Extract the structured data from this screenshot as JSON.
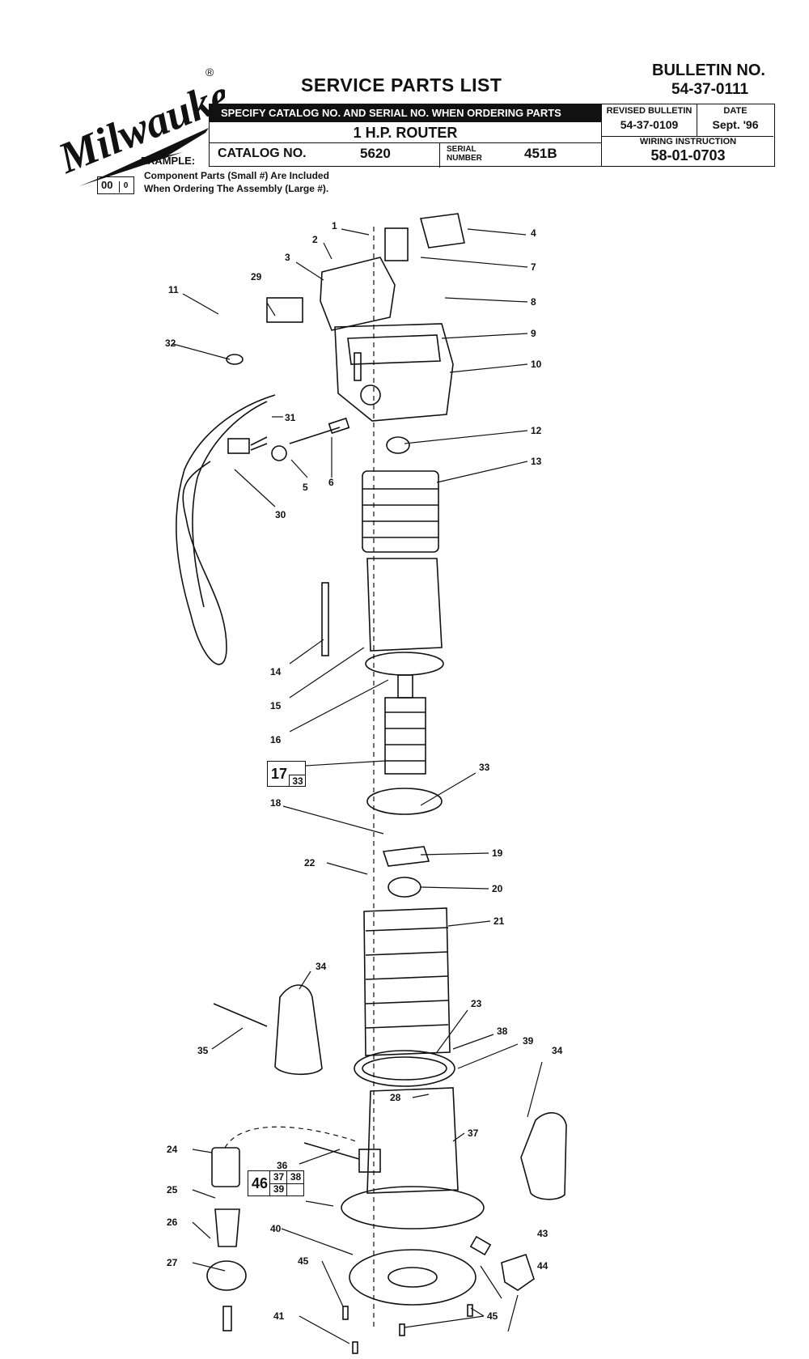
{
  "brand": {
    "logo_text": "Milwaukee",
    "registered_mark": "®"
  },
  "document_title": "SERVICE PARTS LIST",
  "bulletin": {
    "label": "BULLETIN NO.",
    "number": "54-37-0111"
  },
  "header": {
    "instruction_bar": "SPECIFY CATALOG NO. AND SERIAL NO. WHEN ORDERING PARTS",
    "product_name": "1 H.P. ROUTER",
    "catalog_label": "CATALOG NO.",
    "catalog_value": "5620",
    "serial_label": "SERIAL NUMBER",
    "serial_value": "451B",
    "revised_bulletin_label": "REVISED BULLETIN",
    "revised_bulletin_value": "54-37-0109",
    "date_label": "DATE",
    "date_value": "Sept. '96",
    "wiring_label": "WIRING INSTRUCTION",
    "wiring_value": "58-01-0703"
  },
  "example": {
    "label": "EXAMPLE:",
    "big_number": "00",
    "small_number": "0",
    "line1": "Component Parts (Small #) Are Included",
    "line2": "When Ordering The Assembly (Large #)."
  },
  "assembly_refs": [
    {
      "big": "17",
      "small": [
        "33"
      ]
    },
    {
      "big": "46",
      "small": [
        "37",
        "38",
        "39",
        ""
      ]
    }
  ],
  "part_callouts": [
    "1",
    "2",
    "3",
    "4",
    "5",
    "6",
    "7",
    "8",
    "9",
    "10",
    "11",
    "12",
    "13",
    "14",
    "15",
    "16",
    "18",
    "19",
    "20",
    "21",
    "22",
    "23",
    "24",
    "25",
    "26",
    "27",
    "28",
    "29",
    "30",
    "31",
    "32",
    "33",
    "34",
    "34",
    "35",
    "36",
    "37",
    "38",
    "39",
    "40",
    "41",
    "43",
    "44",
    "45",
    "45"
  ]
}
